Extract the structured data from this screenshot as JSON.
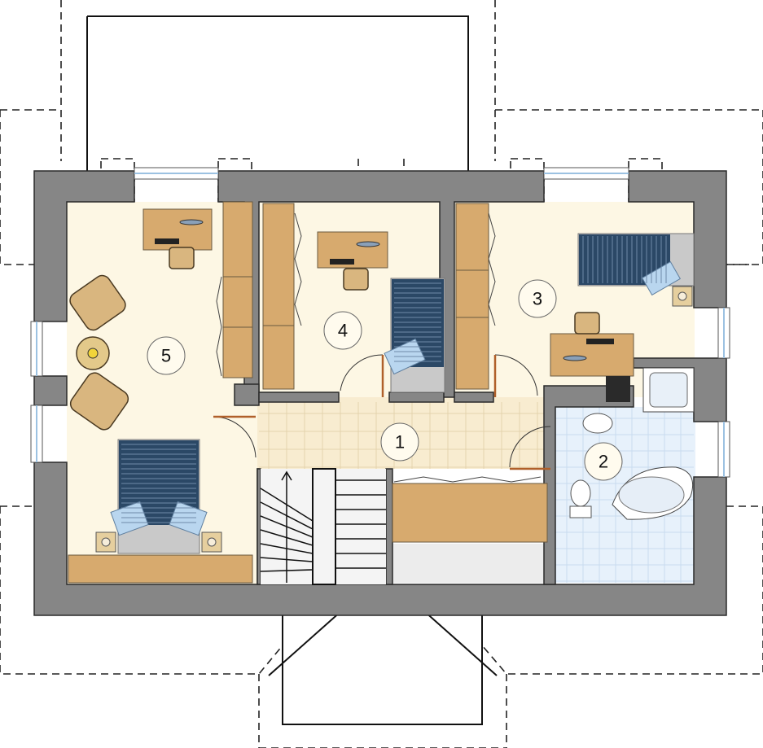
{
  "rooms": [
    {
      "id": "room-1",
      "label": "1"
    },
    {
      "id": "room-2",
      "label": "2"
    },
    {
      "id": "room-3",
      "label": "3"
    },
    {
      "id": "room-4",
      "label": "4"
    },
    {
      "id": "room-5",
      "label": "5"
    }
  ],
  "colors": {
    "wall": "#868686",
    "floor": "#fdf7e4",
    "wood": "#d7aa6e",
    "hall_tile": "#f8ecd0",
    "bath_tile": "#e7f1fb",
    "bed": "#2b4866"
  }
}
